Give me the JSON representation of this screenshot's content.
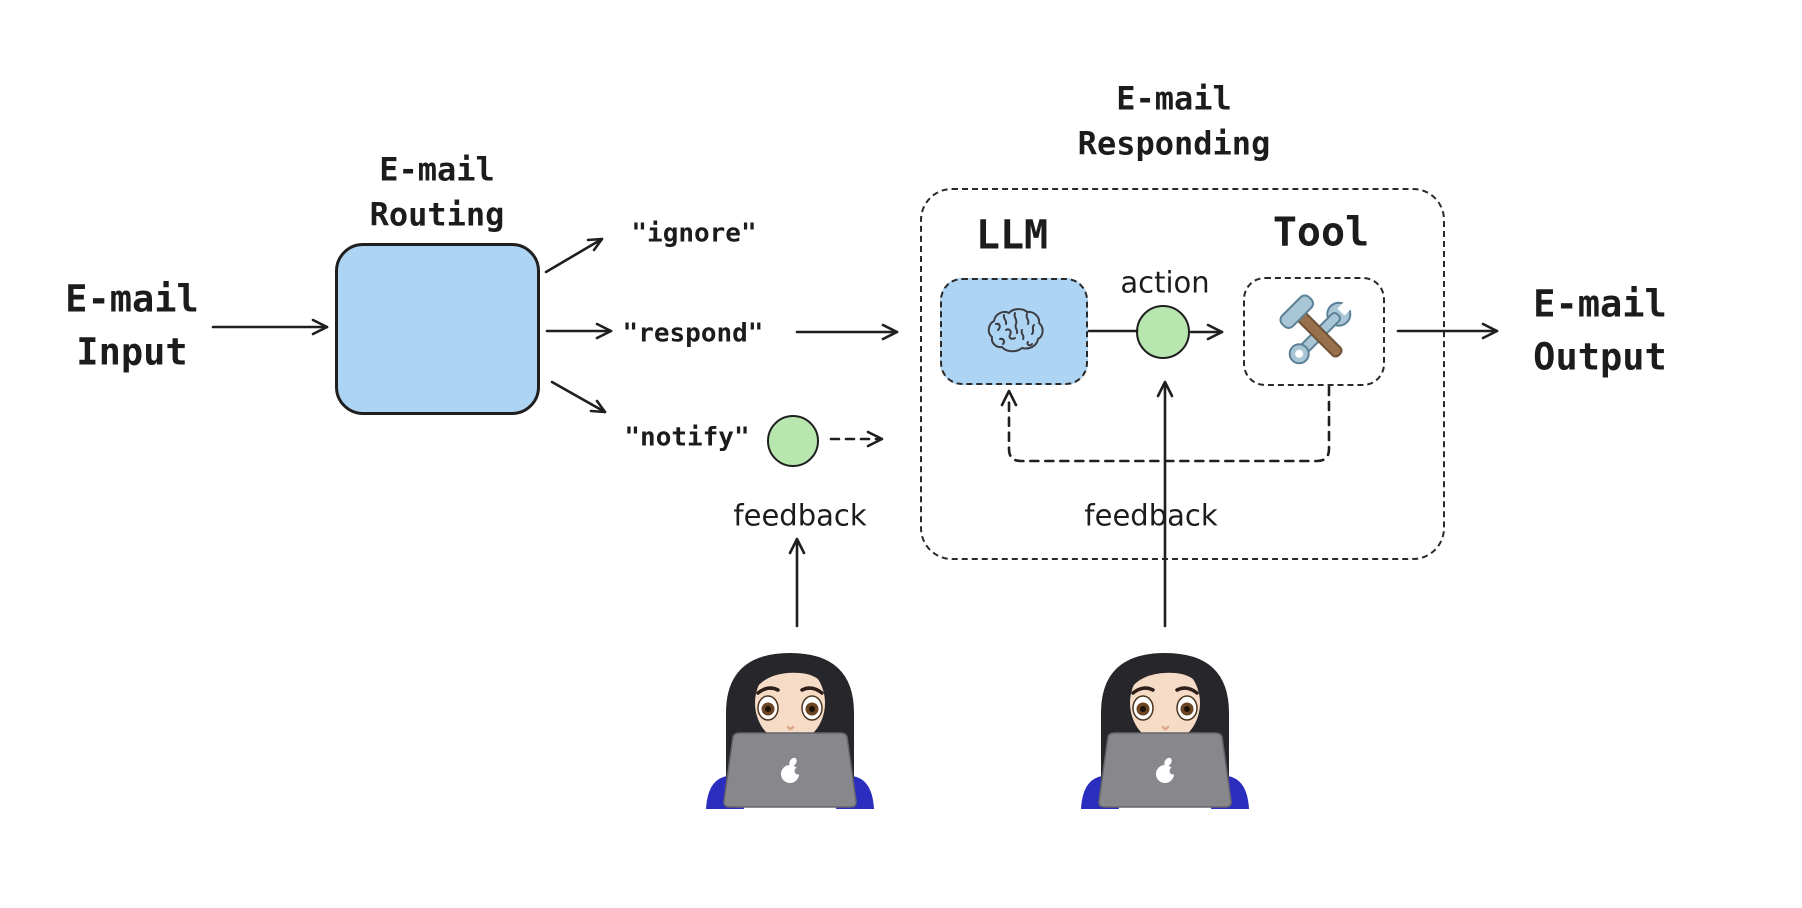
{
  "diagram": {
    "input_label": "E-mail\nInput",
    "routing_title": "E-mail\nRouting",
    "branches": {
      "ignore": "\"ignore\"",
      "respond": "\"respond\"",
      "notify": "\"notify\""
    },
    "responding": {
      "title": "E-mail\nResponding",
      "llm_label": "LLM",
      "action_label": "action",
      "tool_label": "Tool",
      "feedback_label": "feedback"
    },
    "notify_feedback_label": "feedback",
    "output_label": "E-mail\nOutput",
    "icons": {
      "llm": "brain-icon",
      "tool": "hammer-wrench-icon",
      "left_user": "woman-technologist-icon",
      "right_user": "woman-technologist-icon"
    }
  },
  "colors": {
    "box_blue": "#aed4f3",
    "node_green": "#b7e7af",
    "stroke_dark": "#1f1f1f",
    "text_dark": "#1c1c1c",
    "laptop_gray": "#87878c",
    "shirt_blue": "#2b2dbe",
    "hair_dark": "#26262b",
    "skin": "#f6dbc6",
    "steel_blue": "#a9c6d6",
    "wood_brown": "#96714c"
  }
}
